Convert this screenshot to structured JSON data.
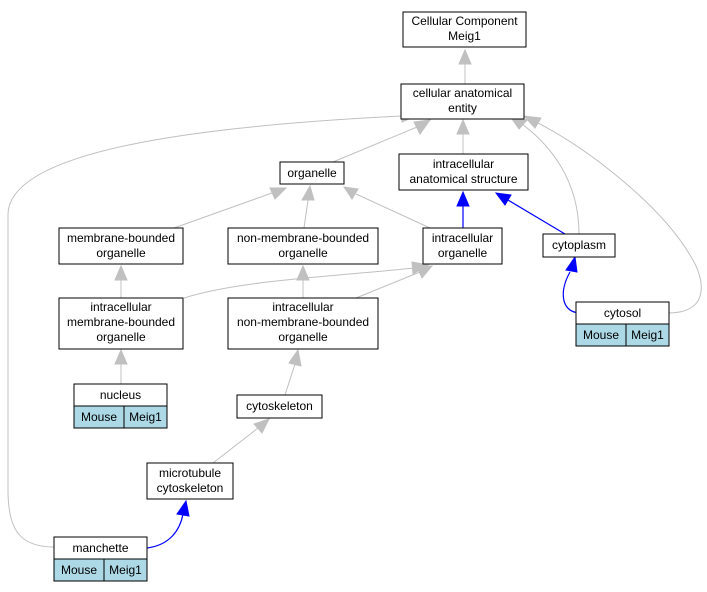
{
  "nodes": {
    "cellular_component": {
      "line1": "Cellular Component",
      "line2": "Meig1"
    },
    "cellular_anatomical_entity": {
      "line1": "cellular anatomical",
      "line2": "entity"
    },
    "organelle": {
      "line1": "organelle"
    },
    "intracellular_anatomical_structure": {
      "line1": "intracellular",
      "line2": "anatomical structure"
    },
    "membrane_bounded_organelle": {
      "line1": "membrane-bounded",
      "line2": "organelle"
    },
    "non_membrane_bounded_organelle": {
      "line1": "non-membrane-bounded",
      "line2": "organelle"
    },
    "intracellular_organelle": {
      "line1": "intracellular",
      "line2": "organelle"
    },
    "cytoplasm": {
      "line1": "cytoplasm"
    },
    "intracellular_membrane_bounded_organelle": {
      "line1": "intracellular",
      "line2": "membrane-bounded",
      "line3": "organelle"
    },
    "intracellular_non_membrane_bounded_organelle": {
      "line1": "intracellular",
      "line2": "non-membrane-bounded",
      "line3": "organelle"
    },
    "cytosol": {
      "line1": "cytosol",
      "species": "Mouse",
      "gene": "Meig1"
    },
    "nucleus": {
      "line1": "nucleus",
      "species": "Mouse",
      "gene": "Meig1"
    },
    "cytoskeleton": {
      "line1": "cytoskeleton"
    },
    "microtubule_cytoskeleton": {
      "line1": "microtubule",
      "line2": "cytoskeleton"
    },
    "manchette": {
      "line1": "manchette",
      "species": "Mouse",
      "gene": "Meig1"
    }
  },
  "colors": {
    "is_a_edge": "#c0c0c0",
    "part_of_edge": "#0000ff",
    "annotation_fill": "#add8e6"
  }
}
